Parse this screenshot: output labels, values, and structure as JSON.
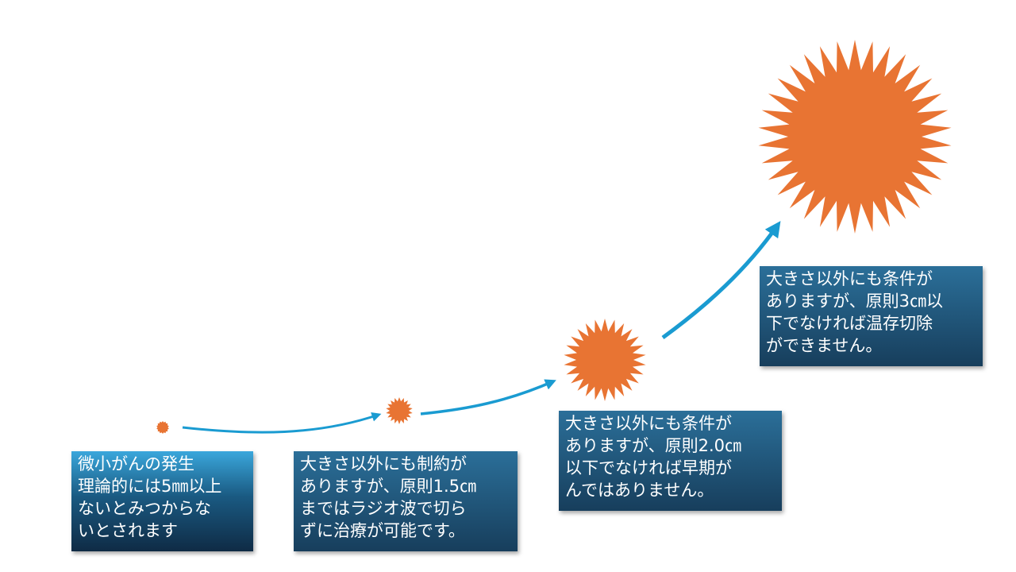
{
  "colors": {
    "tumor": "#E87433",
    "arrow": "#1A9BD1",
    "box_text": "#FFFFFF"
  },
  "stages": [
    {
      "text": "微小がんの発生\n理論的には5㎜以上\nないとみつからな\nいとされます",
      "tumor_icon": "starburst-icon-tiny"
    },
    {
      "text": "大きさ以外にも制約が\nありますが、原則1.5㎝\nまではラジオ波で切ら\nずに治療が可能です。",
      "tumor_icon": "starburst-icon-small"
    },
    {
      "text": "大きさ以外にも条件が\nありますが、原則2.0㎝\n以下でなければ早期が\nんではありません。",
      "tumor_icon": "starburst-icon-medium"
    },
    {
      "text": "大きさ以外にも条件が\nありますが、原則3㎝以\n下でなければ温存切除\nができません。",
      "tumor_icon": "starburst-icon-large"
    }
  ]
}
